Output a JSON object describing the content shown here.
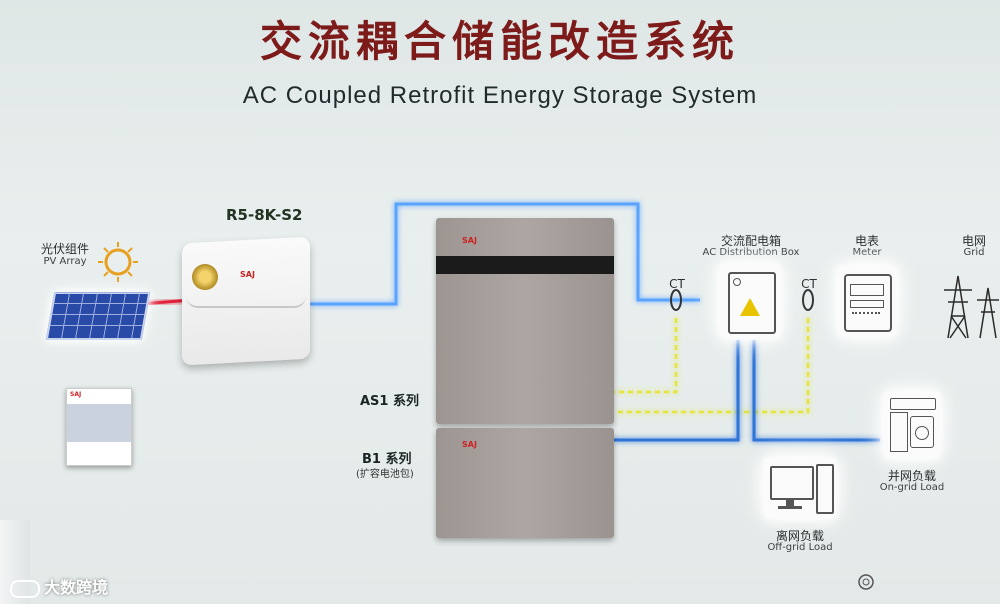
{
  "title": {
    "cn": "交流耦合储能改造系统",
    "en": "AC Coupled Retrofit Energy Storage  System"
  },
  "inverter_model": "R5-8K-S2",
  "pv": {
    "cn": "光伏组件",
    "en": "PV Array"
  },
  "distribution_box": {
    "cn": "交流配电箱",
    "en": "AC Distribution Box"
  },
  "meter": {
    "cn": "电表",
    "en": "Meter"
  },
  "grid": {
    "cn": "电网",
    "en": "Grid"
  },
  "ct_label_1": "CT",
  "ct_label_2": "CT",
  "battery": {
    "as1": "AS1 系列",
    "b1": "B1 系列",
    "b1_sub": "(扩容电池包)",
    "logo": "SAJ"
  },
  "on_grid_load": {
    "cn": "并网负载",
    "en": "On-grid Load"
  },
  "off_grid_load": {
    "cn": "离网负载",
    "en": "Off-grid Load"
  },
  "watermark": "大数跨境",
  "icons": [
    "sun-icon",
    "solar-panel-icon",
    "inverter-icon",
    "battery-icon",
    "distribution-box-icon",
    "meter-icon",
    "pylon-icon",
    "appliance-icon",
    "computer-icon",
    "brochure-icon"
  ],
  "colors": {
    "title_red": "#7d1b1b",
    "cable_blue": "#2f73d8",
    "cable_glow": "#8fd6ff",
    "pv_red": "#e0223a",
    "ct_yellow": "#e4e63a"
  }
}
